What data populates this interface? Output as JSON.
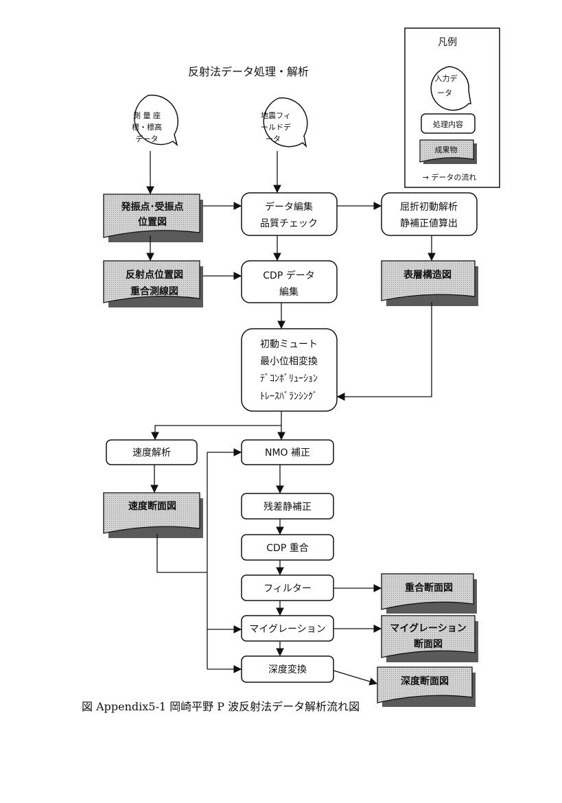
{
  "title": "反射法データ処理・解析",
  "caption": "図 Appendix5-1 岡崎平野 P 波反射法データ解析流れ図",
  "legend": {
    "title": "凡例",
    "input_line1": "入力デ",
    "input_line2": "ータ",
    "process": "処理内容",
    "product": "成果物",
    "flow": "→ データの流れ"
  },
  "inputs": {
    "survey": [
      "測 量 座",
      "標・標高",
      "データ"
    ],
    "field": [
      "地震フィ",
      "ールドデ",
      "ータ"
    ]
  },
  "products": {
    "shot_map": [
      "発振点･受振点",
      "位置図"
    ],
    "reflection_map": [
      "反射点位置図",
      "重合測線図"
    ],
    "surface_map": [
      "表層構造図"
    ],
    "velocity_section": [
      "速度断面図"
    ],
    "stack_section": [
      "重合断面図"
    ],
    "migration_section": [
      "マイグレーション",
      "断面図"
    ],
    "depth_section": [
      "深度断面図"
    ]
  },
  "processes": {
    "edit": [
      "データ編集",
      "品質チェック"
    ],
    "refraction": [
      "屈折初動解析",
      "静補正値算出"
    ],
    "cdp_edit": [
      "CDP データ",
      "編集"
    ],
    "preproc": [
      "初動ミュート",
      "最小位相変換",
      "ﾃﾞｺﾝﾎﾞﾘｭｰｼｮﾝ",
      "ﾄﾚｰｽﾊﾞﾗﾝｼﾝｸﾞ"
    ],
    "velocity": [
      "速度解析"
    ],
    "nmo": [
      "NMO 補正"
    ],
    "residual": [
      "残差静補正"
    ],
    "stack": [
      "CDP 重合"
    ],
    "filter": [
      "フィルター"
    ],
    "migration": [
      "マイグレーション"
    ],
    "depth": [
      "深度変換"
    ]
  },
  "colors": {
    "product_fill": "#c8c8c8",
    "shadow": "#8a8a8a",
    "line": "#111111"
  }
}
